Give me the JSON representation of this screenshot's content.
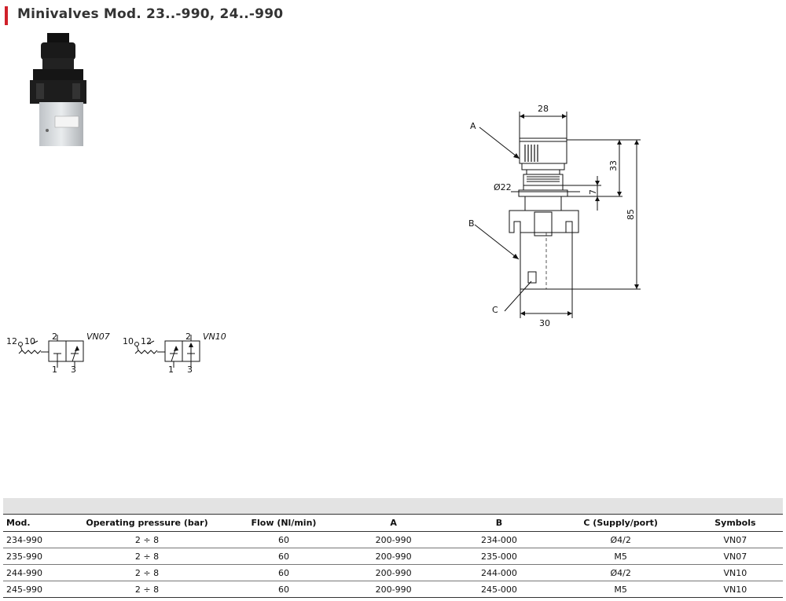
{
  "header": {
    "title": "Minivalves Mod. 23..-990, 24..-990",
    "accent_color": "#d0202a"
  },
  "drawing": {
    "dim_top": "28",
    "dim_bottom": "30",
    "dim_height_33": "33",
    "dim_height_7": "7",
    "dim_height_85": "85",
    "dim_diameter": "Ø22",
    "label_a": "A",
    "label_b": "B",
    "label_c": "C"
  },
  "symbols": [
    {
      "label": "VN07",
      "port_left": "12",
      "port_right": "10",
      "port_top": "2",
      "port_1": "1",
      "port_3": "3"
    },
    {
      "label": "VN10",
      "port_left": "10",
      "port_right": "12",
      "port_top": "2",
      "port_1": "1",
      "port_3": "3"
    }
  ],
  "table": {
    "headers": [
      "Mod.",
      "Operating pressure (bar)",
      "Flow (Nl/min)",
      "A",
      "B",
      "C (Supply/port)",
      "Symbols"
    ],
    "rows": [
      [
        "234-990",
        "2 ÷ 8",
        "60",
        "200-990",
        "234-000",
        "Ø4/2",
        "VN07"
      ],
      [
        "235-990",
        "2 ÷ 8",
        "60",
        "200-990",
        "235-000",
        "M5",
        "VN07"
      ],
      [
        "244-990",
        "2 ÷ 8",
        "60",
        "200-990",
        "244-000",
        "Ø4/2",
        "VN10"
      ],
      [
        "245-990",
        "2 ÷ 8",
        "60",
        "200-990",
        "245-000",
        "M5",
        "VN10"
      ]
    ]
  }
}
